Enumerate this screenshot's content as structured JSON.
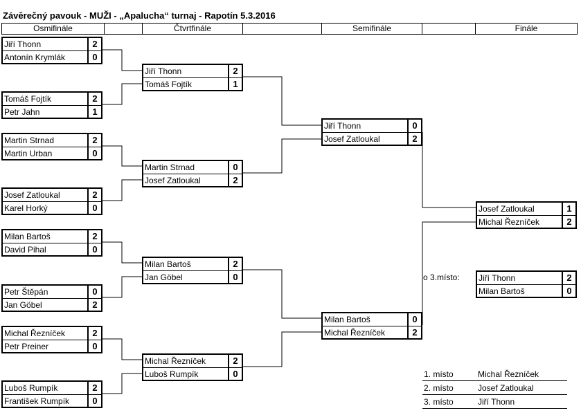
{
  "title": "Závěrečný pavouk - MUŽI - „Apalucha“ turnaj - Rapotín 5.3.2016",
  "headers": {
    "r16": "Osmifinále",
    "qf": "Čtvrtfinále",
    "sf": "Semifinále",
    "final": "Finále"
  },
  "r16": [
    {
      "p1": "Jiří Thonn",
      "s1": "2",
      "p2": "Antonín Krymlák",
      "s2": "0"
    },
    {
      "p1": "Tomáš Fojtík",
      "s1": "2",
      "p2": "Petr Jahn",
      "s2": "1"
    },
    {
      "p1": "Martin Strnad",
      "s1": "2",
      "p2": "Martin Urban",
      "s2": "0"
    },
    {
      "p1": "Josef Zatloukal",
      "s1": "2",
      "p2": "Karel Horký",
      "s2": "0"
    },
    {
      "p1": "Milan Bartoš",
      "s1": "2",
      "p2": "David Pihal",
      "s2": "0"
    },
    {
      "p1": "Petr Štěpán",
      "s1": "0",
      "p2": "Jan Göbel",
      "s2": "2"
    },
    {
      "p1": "Michal Řezníček",
      "s1": "2",
      "p2": "Petr Preiner",
      "s2": "0"
    },
    {
      "p1": "Luboš Rumpík",
      "s1": "2",
      "p2": "František Rumpík",
      "s2": "0"
    }
  ],
  "qf": [
    {
      "p1": "Jiří Thonn",
      "s1": "2",
      "p2": "Tomáš Fojtík",
      "s2": "1"
    },
    {
      "p1": "Martin Strnad",
      "s1": "0",
      "p2": "Josef Zatloukal",
      "s2": "2"
    },
    {
      "p1": "Milan Bartoš",
      "s1": "2",
      "p2": "Jan Göbel",
      "s2": "0"
    },
    {
      "p1": "Michal Řezníček",
      "s1": "2",
      "p2": "Luboš Rumpík",
      "s2": "0"
    }
  ],
  "sf": [
    {
      "p1": "Jiří Thonn",
      "s1": "0",
      "p2": "Josef Zatloukal",
      "s2": "2"
    },
    {
      "p1": "Milan Bartoš",
      "s1": "0",
      "p2": "Michal Řezníček",
      "s2": "2"
    }
  ],
  "final": {
    "p1": "Josef Zatloukal",
    "s1": "1",
    "p2": "Michal Řezníček",
    "s2": "2"
  },
  "third_label": "o 3.místo:",
  "third": {
    "p1": "Jiří Thonn",
    "s1": "2",
    "p2": "Milan Bartoš",
    "s2": "0"
  },
  "results": [
    {
      "place": "1. místo",
      "name": "Michal Řezníček"
    },
    {
      "place": "2. místo",
      "name": "Josef Zatloukal"
    },
    {
      "place": "3. místo",
      "name": "Jiří Thonn"
    }
  ]
}
